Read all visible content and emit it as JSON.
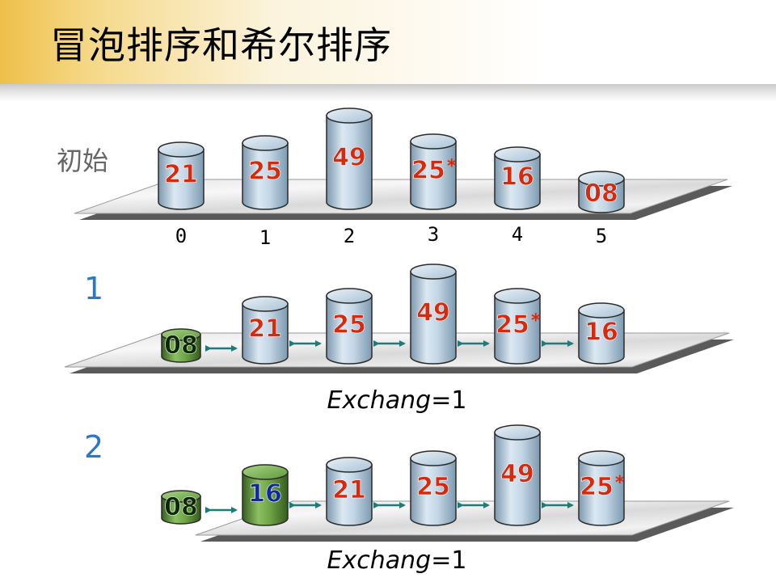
{
  "slide": {
    "title": "冒泡排序和希尔排序"
  },
  "colors": {
    "cylinder_blue": "#b3cde0",
    "cylinder_green": "#5f9a3a",
    "number_red": "#d62a0e",
    "number_blue": "#102a9a",
    "step_label": "#2a78c8",
    "arrow": "#1f7a78"
  },
  "rows": [
    {
      "label": "初始",
      "indices": [
        "0",
        "1",
        "2",
        "3",
        "4",
        "5"
      ],
      "caption": "",
      "items": [
        {
          "text": "21",
          "star": "",
          "style": "blue"
        },
        {
          "text": "25",
          "star": "",
          "style": "blue"
        },
        {
          "text": "49",
          "star": "",
          "style": "blue"
        },
        {
          "text": "25",
          "star": "*",
          "style": "blue"
        },
        {
          "text": "16",
          "star": "",
          "style": "blue"
        },
        {
          "text": "08",
          "star": "",
          "style": "blue"
        }
      ]
    },
    {
      "label": "1",
      "caption_word": "Exchang",
      "caption_value": "=1",
      "items": [
        {
          "text": "08",
          "star": "",
          "style": "green-small"
        },
        {
          "text": "21",
          "star": "",
          "style": "blue"
        },
        {
          "text": "25",
          "star": "",
          "style": "blue"
        },
        {
          "text": "49",
          "star": "",
          "style": "blue"
        },
        {
          "text": "25",
          "star": "*",
          "style": "blue"
        },
        {
          "text": "16",
          "star": "",
          "style": "blue"
        }
      ]
    },
    {
      "label": "2",
      "caption_word": "Exchang",
      "caption_value": "=1",
      "items": [
        {
          "text": "08",
          "star": "",
          "style": "green-small"
        },
        {
          "text": "16",
          "star": "",
          "style": "green"
        },
        {
          "text": "21",
          "star": "",
          "style": "blue"
        },
        {
          "text": "25",
          "star": "",
          "style": "blue"
        },
        {
          "text": "49",
          "star": "",
          "style": "blue"
        },
        {
          "text": "25",
          "star": "*",
          "style": "blue"
        }
      ]
    }
  ]
}
